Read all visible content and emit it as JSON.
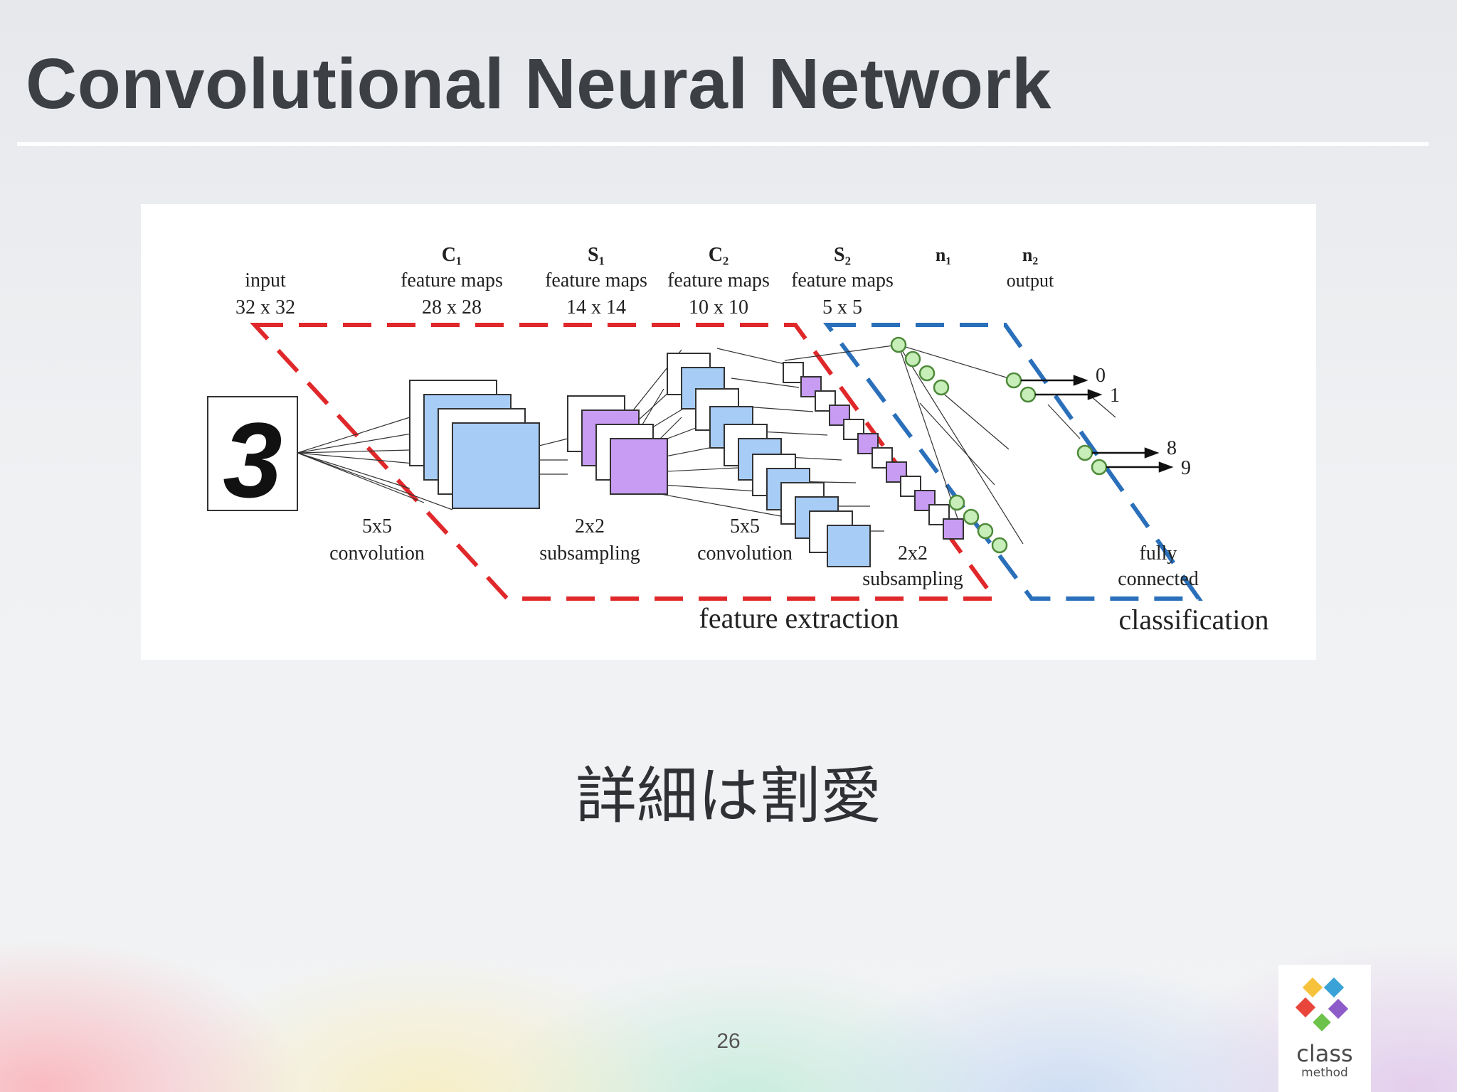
{
  "slide": {
    "title": "Convolutional Neural Network",
    "caption": "詳細は割愛",
    "page_number": "26"
  },
  "diagram": {
    "layers": [
      {
        "name": "",
        "line1": "input",
        "line2": "32 x 32"
      },
      {
        "name": "C₁",
        "line1": "feature maps",
        "line2": "28 x 28"
      },
      {
        "name": "S₁",
        "line1": "feature maps",
        "line2": "14 x 14"
      },
      {
        "name": "C₂",
        "line1": "feature maps",
        "line2": "10 x 10"
      },
      {
        "name": "S₂",
        "line1": "feature maps",
        "line2": "5 x 5"
      },
      {
        "name": "n₁",
        "line1": "",
        "line2": ""
      },
      {
        "name": "n₂",
        "line1": "output",
        "line2": ""
      }
    ],
    "operations": [
      {
        "line1": "5x5",
        "line2": "convolution"
      },
      {
        "line1": "2x2",
        "line2": "subsampling"
      },
      {
        "line1": "5x5",
        "line2": "convolution"
      },
      {
        "line1": "2x2",
        "line2": "subsampling"
      },
      {
        "line1": "fully",
        "line2": "connected"
      }
    ],
    "output_labels": [
      "0",
      "1",
      "8",
      "9"
    ],
    "input_digit": "3",
    "region_labels": {
      "feature_extraction": "feature extraction",
      "classification": "classification"
    },
    "colors": {
      "feature_extraction_border": "#e0282a",
      "classification_border": "#2a6fba",
      "c_maps": "#a7cdf7",
      "s_maps": "#c79cf2",
      "neurons": "#c7eeb8",
      "neuron_stroke": "#4d8a3a"
    }
  },
  "logo": {
    "word": "class",
    "sub": "method",
    "colors": [
      "#f6c23b",
      "#e8463b",
      "#3aa2d6",
      "#8e5cc8",
      "#6cc24a"
    ]
  }
}
